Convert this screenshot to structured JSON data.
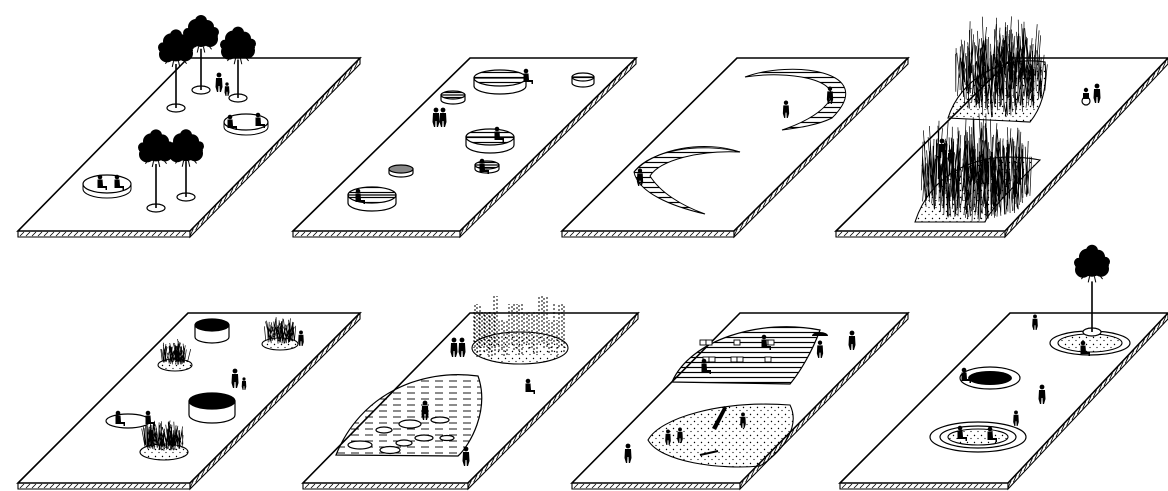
{
  "colors": {
    "ink": "#000000",
    "paper": "#ffffff"
  },
  "panels": [
    {
      "id": "trees-and-ring-benches",
      "row": 1,
      "col": 1,
      "elements": [
        "tree",
        "tree",
        "tree",
        "tree",
        "tree",
        "ring-bench",
        "ring-bench",
        "person",
        "person",
        "person"
      ]
    },
    {
      "id": "round-seating-platforms",
      "row": 1,
      "col": 2,
      "elements": [
        "round-seat",
        "round-seat",
        "round-seat",
        "round-seat",
        "round-seat",
        "round-seat",
        "person",
        "person",
        "person"
      ]
    },
    {
      "id": "curved-ramps",
      "row": 1,
      "col": 3,
      "elements": [
        "curved-ramp",
        "curved-ramp",
        "skater",
        "skater"
      ]
    },
    {
      "id": "tall-grass-meadows",
      "row": 1,
      "col": 4,
      "elements": [
        "grass-meadow",
        "grass-meadow",
        "person",
        "wheelchair-user"
      ]
    },
    {
      "id": "planters-and-pools",
      "row": 2,
      "col": 1,
      "elements": [
        "round-pool",
        "round-pool",
        "grass-planter",
        "grass-planter",
        "grass-planter",
        "ring-bench",
        "person"
      ]
    },
    {
      "id": "water-and-mist",
      "row": 2,
      "col": 2,
      "elements": [
        "reed-grove",
        "water-pond",
        "stepping-stones",
        "person",
        "person",
        "person"
      ]
    },
    {
      "id": "playground-and-cafe",
      "row": 2,
      "col": 3,
      "elements": [
        "cafe-terrace",
        "playground",
        "slide",
        "seesaw",
        "person",
        "person",
        "umbrella-person"
      ]
    },
    {
      "id": "sunken-rings-and-tree-island",
      "row": 2,
      "col": 4,
      "elements": [
        "tree",
        "tree-island",
        "sunken-ring",
        "sunken-ring",
        "person",
        "person",
        "person"
      ]
    }
  ]
}
